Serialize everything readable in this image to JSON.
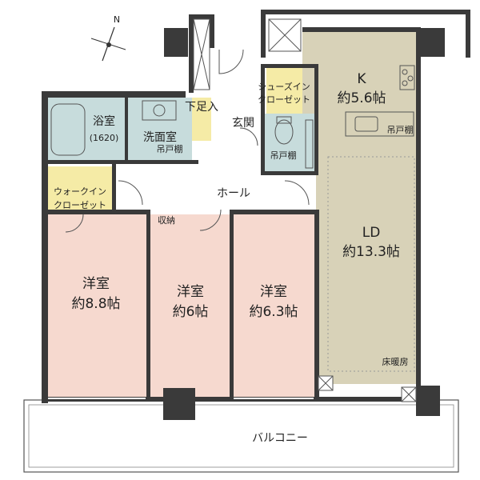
{
  "compass": {
    "label": "N"
  },
  "colors": {
    "bedroom": "#f6d9cf",
    "ldk": "#d8d2b8",
    "bath": "#c7dcdc",
    "closet": "#f5eba6",
    "corridor": "#ffffff",
    "wall": "#3a3a3a"
  },
  "rooms": {
    "bath": {
      "name": "浴室",
      "size": "(1620)"
    },
    "washroom": {
      "name": "洗面室",
      "note": "吊戸棚"
    },
    "shoe_storage": {
      "name": "下足入"
    },
    "entrance": {
      "name": "玄関"
    },
    "shoe_closet": {
      "line1": "シューズイン",
      "line2": "クローゼット"
    },
    "toilet": {
      "note": "吊戸棚"
    },
    "kitchen": {
      "name": "K",
      "size": "約5.6帖",
      "note": "吊戸棚"
    },
    "hall": {
      "name": "ホール"
    },
    "walkin": {
      "line1": "ウォークイン",
      "line2": "クローゼット"
    },
    "storage": {
      "name": "収納"
    },
    "bedroom1": {
      "name": "洋室",
      "size": "約8.8帖"
    },
    "bedroom2": {
      "name": "洋室",
      "size": "約6帖"
    },
    "bedroom3": {
      "name": "洋室",
      "size": "約6.3帖"
    },
    "ld": {
      "name": "LD",
      "size": "約13.3帖",
      "note": "床暖房"
    },
    "balcony": {
      "name": "バルコニー"
    }
  }
}
